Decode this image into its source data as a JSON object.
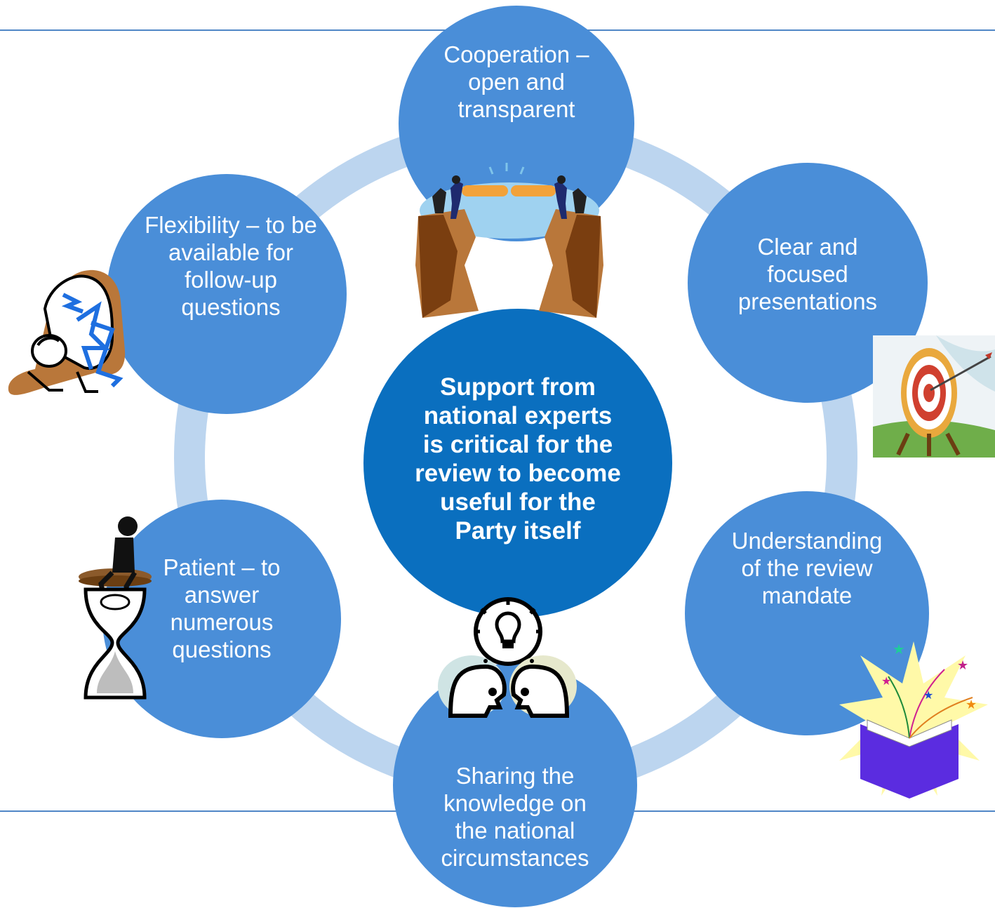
{
  "center": {
    "text": "Support from national experts is critical for the review to become useful for the Party itself"
  },
  "nodes": {
    "top": "Cooperation – open and transparent",
    "upper_right": "Clear and focused presentations",
    "lower_right": "Understanding of the review mandate",
    "bottom": "Sharing the knowledge on the national circumstances",
    "lower_left": "Patient – to answer numerous questions",
    "upper_left": "Flexibility – to be available for follow-up questions"
  },
  "colors": {
    "node": "#4a8ed8",
    "center": "#0a6fbf",
    "ring": "#bcd5ef",
    "rule": "#4f86c6"
  },
  "icons": [
    "bridge-handshake-icon",
    "target-arrow-icon",
    "open-book-stars-icon",
    "idea-heads-icon",
    "hourglass-person-icon",
    "bowing-person-icon"
  ]
}
